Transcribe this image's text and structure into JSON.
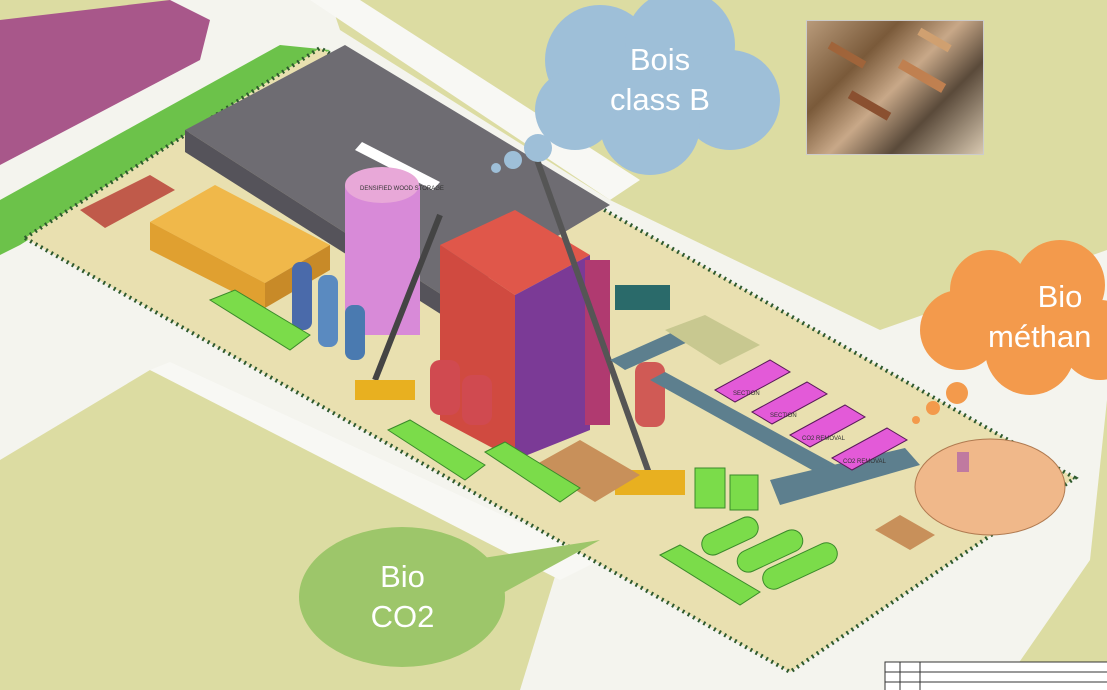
{
  "clouds": {
    "wood": {
      "line1": "Bois",
      "line2": "class B",
      "color": "#9ebfd8"
    },
    "methane": {
      "line1": "Bio",
      "line2": "méthan",
      "color": "#f39a4c"
    },
    "co2": {
      "line1": "Bio",
      "line2": "CO2",
      "color": "#9dc66a"
    }
  },
  "photo": {
    "subject": "wood-chips-photo"
  },
  "labels": {
    "storage": "DENSIFIED WOOD STORAGE",
    "section1": "SECTION",
    "section2": "SECTION",
    "co2_removal_1": "CO2 REMOVAL",
    "co2_removal_2": "CO2 REMOVAL"
  },
  "colors": {
    "ground": "#e9e0b0",
    "land": "#dcdca2",
    "grey_building": "#6e6c72",
    "red_building": "#e0574a",
    "purple": "#7b3a96",
    "pink_modules": "#e35ad8",
    "green": "#7bdc4a",
    "pipes": "#5d7f8e"
  }
}
